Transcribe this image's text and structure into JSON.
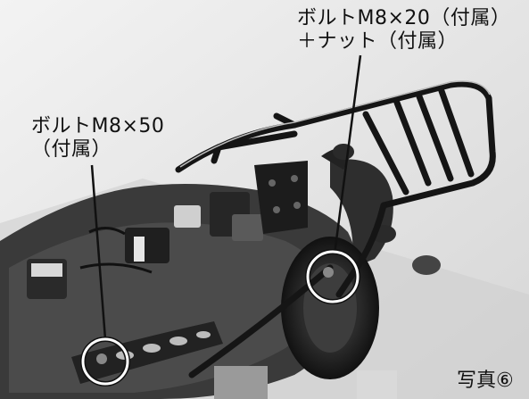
{
  "annotations": {
    "right_label": {
      "line1": "ボルトM8×20（付属）",
      "line2": "＋ナット（付属）"
    },
    "left_label": {
      "line1": "ボルトM8×50",
      "line2": "（付属）"
    }
  },
  "caption": "写真⑥"
}
